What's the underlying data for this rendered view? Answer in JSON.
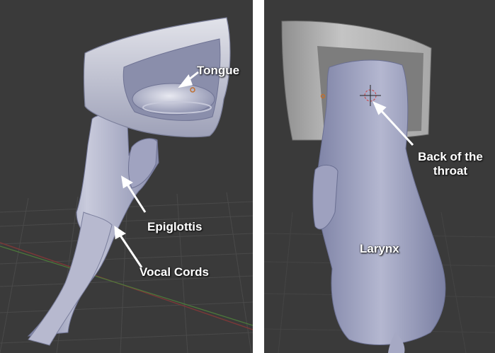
{
  "labels": {
    "left": {
      "tongue": "Tongue",
      "epiglottis": "Epiglottis",
      "vocal_cords": "Vocal Cords"
    },
    "right": {
      "back_of_throat_line1": "Back of the",
      "back_of_throat_line2": "throat",
      "larynx": "Larynx"
    }
  },
  "colors": {
    "background": "#3a3a3a",
    "mesh": "#a9acc6",
    "mesh_light": "#d4d6e4",
    "box_gray": "#9a9a9a",
    "label_text": "#ffffff",
    "axis_x": "#7a3838",
    "axis_y": "#4c7a3a"
  }
}
